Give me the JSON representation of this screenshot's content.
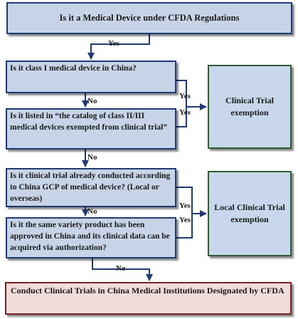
{
  "nodes": {
    "start": "Is it a Medical Device under CFDA Regulations",
    "q1": "Is it class I medical device in China?",
    "q2": "Is it listed in “the catalog of class II/III medical devices exempted from clinical trial”",
    "q3": "Is it clinical trial already conducted according to China GCP of medical device?  (Local or overseas)",
    "q4": "Is it the same variety product has been approved in China  and its clinical data can be acquired via authorization?",
    "exempt": "Clinical Trial exemption",
    "local": "Local Clinical Trial exemption",
    "final": "Conduct Clinical Trials in China Medical Institutions Designated by CFDA"
  },
  "edge_labels": {
    "start_q1": "Yes",
    "q1_q2": "No",
    "q1_exempt": "Yes",
    "q2_exempt": "Yes",
    "q2_q3": "No",
    "q3_q4": "No",
    "q3_local": "Yes",
    "q4_local": "Yes",
    "q4_final": "No"
  }
}
